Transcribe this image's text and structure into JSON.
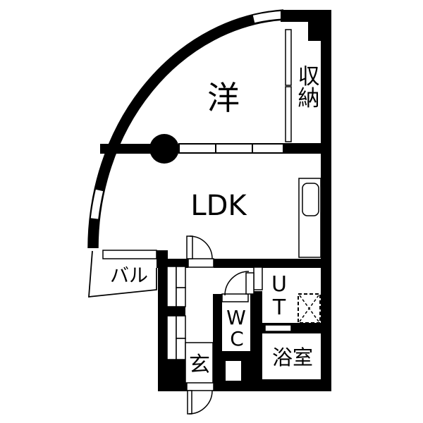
{
  "floorplan": {
    "type": "japanese-apartment-floorplan",
    "rooms": {
      "western_room": {
        "label": "洋"
      },
      "closet": {
        "label": "収納",
        "chars": [
          "収",
          "納"
        ]
      },
      "ldk": {
        "label": "LDK"
      },
      "balcony": {
        "label": "バル"
      },
      "entrance": {
        "label": "玄"
      },
      "wc": {
        "label": "WC",
        "chars": [
          "W",
          "C"
        ]
      },
      "utility": {
        "label": "UT",
        "chars": [
          "U",
          "T"
        ]
      },
      "bathroom": {
        "label": "浴室"
      }
    },
    "colors": {
      "wall": "#000000",
      "floor": "#ffffff"
    }
  }
}
